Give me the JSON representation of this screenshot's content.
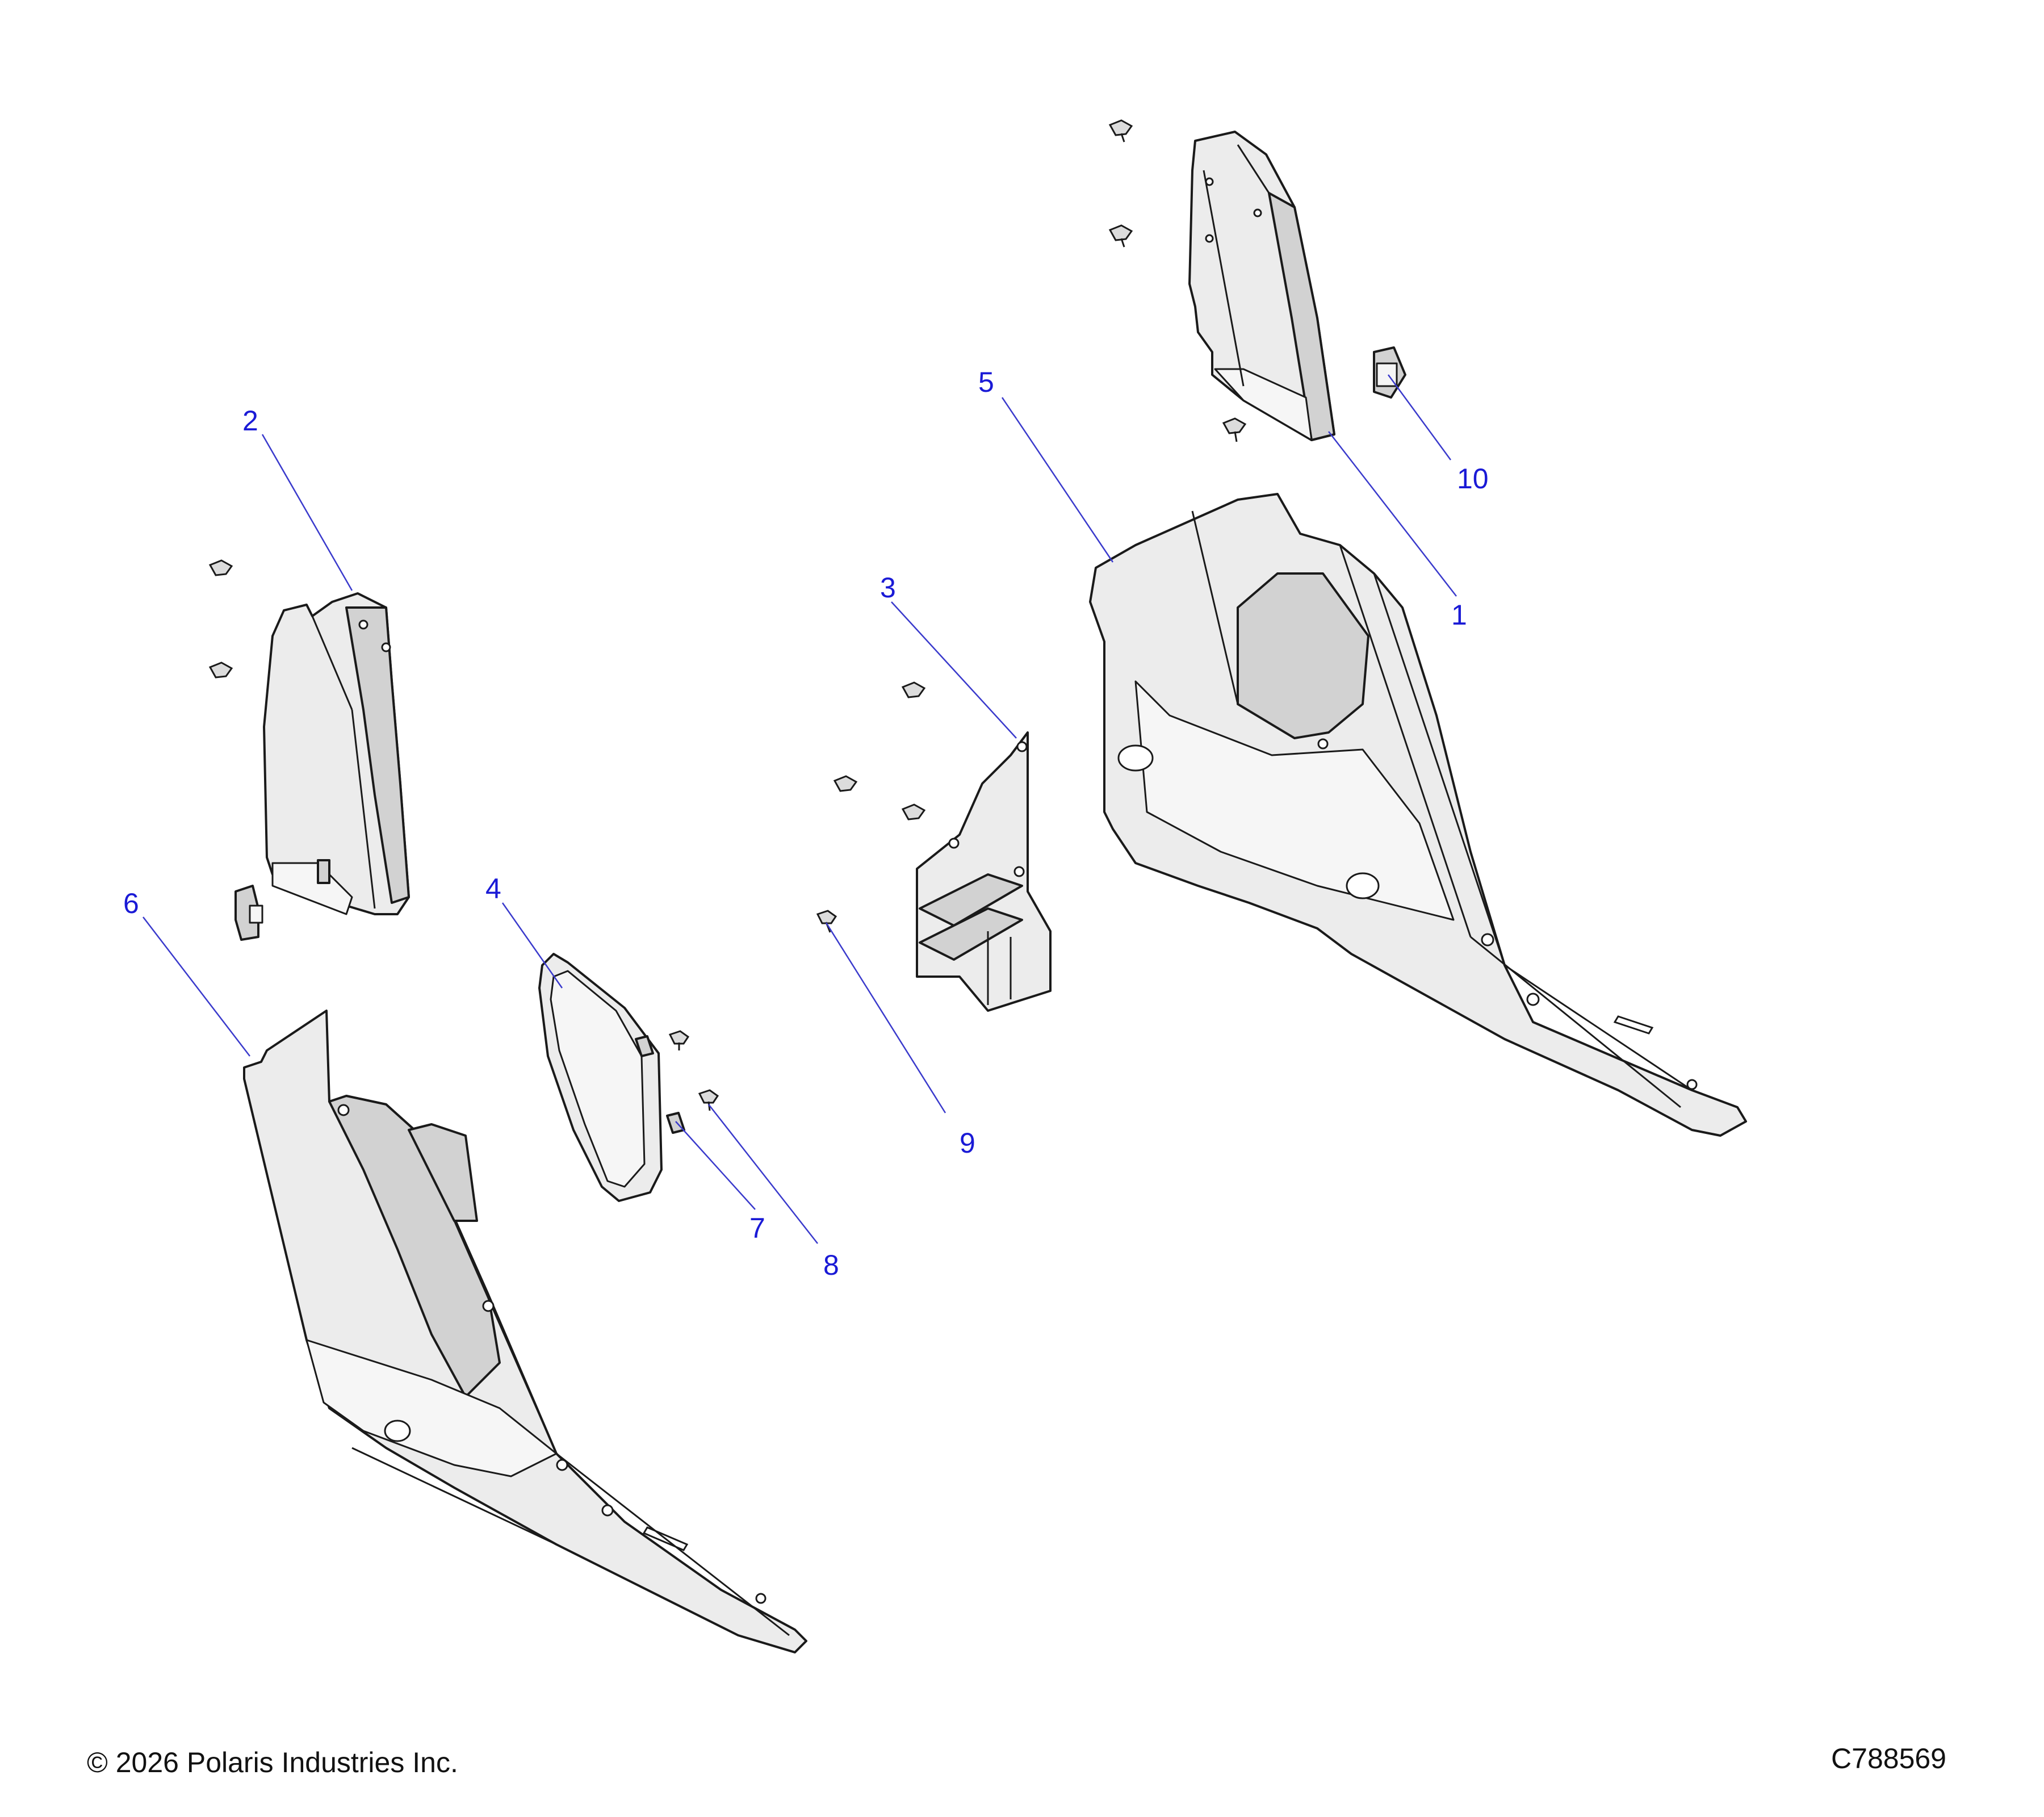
{
  "callouts": [
    {
      "id": "1",
      "label": "1"
    },
    {
      "id": "2",
      "label": "2"
    },
    {
      "id": "3",
      "label": "3"
    },
    {
      "id": "4",
      "label": "4"
    },
    {
      "id": "5",
      "label": "5"
    },
    {
      "id": "6",
      "label": "6"
    },
    {
      "id": "7",
      "label": "7"
    },
    {
      "id": "8",
      "label": "8"
    },
    {
      "id": "9",
      "label": "9"
    },
    {
      "id": "10",
      "label": "10"
    }
  ],
  "footer": {
    "copyright": "© 2026 Polaris Industries Inc.",
    "drawing_number": "C788569"
  }
}
